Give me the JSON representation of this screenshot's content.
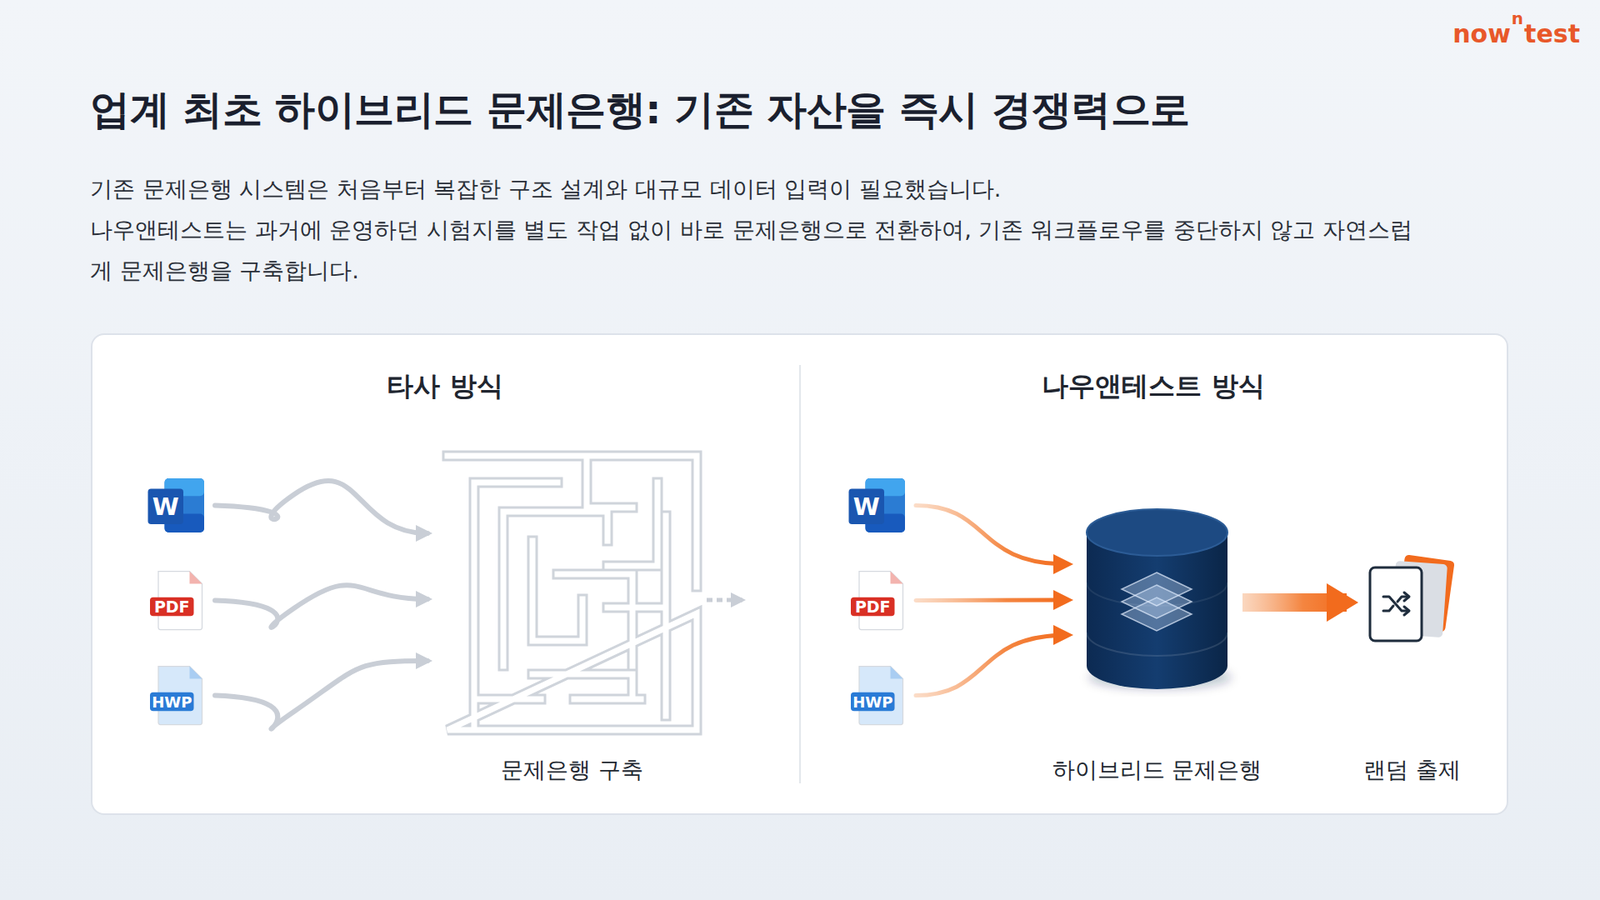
{
  "diagram": {
    "title": "업계 최초 하이브리드 문제은행: 기존 자산을 즉시 경쟁력으로",
    "nodes": [
      {
        "text": [
          "W"
        ]
      },
      {
        "text": [
          "PDF"
        ]
      },
      {
        "text": [
          "HWP"
        ]
      },
      {
        "text": [
          "문제은행 구축"
        ]
      },
      {
        "text": [
          "W"
        ]
      },
      {
        "text": [
          "PDF"
        ]
      },
      {
        "text": [
          "HWP"
        ]
      },
      {
        "text": [
          "하이브리드 문제은행"
        ]
      },
      {
        "text": [
          "랜덤 출제"
        ]
      }
    ],
    "edges": [
      {
        "from": 0,
        "to": 3,
        "arrow": "to"
      },
      {
        "from": 1,
        "to": 3,
        "arrow": "to"
      },
      {
        "from": 2,
        "to": 3,
        "arrow": "to"
      },
      {
        "from": 4,
        "to": 7,
        "arrow": "to"
      },
      {
        "from": 5,
        "to": 7,
        "arrow": "to"
      },
      {
        "from": 6,
        "to": 7,
        "arrow": "to"
      },
      {
        "from": 7,
        "to": 8,
        "arrow": "to"
      }
    ],
    "labels": [
      "now",
      "n",
      "test",
      "기존 문제은행 시스템은 처음부터 복잡한 구조 설계와 대규모 데이터 입력이 필요했습니다.",
      "나우앤테스트는 과거에 운영하던 시험지를 별도 작업 없이 바로 문제은행으로 전환하여, 기존 워크플로우를 중단하지 않고 자연스럽게 문제은행을 구축합니다.",
      "타사 방식",
      "나우앤테스트 방식"
    ]
  }
}
